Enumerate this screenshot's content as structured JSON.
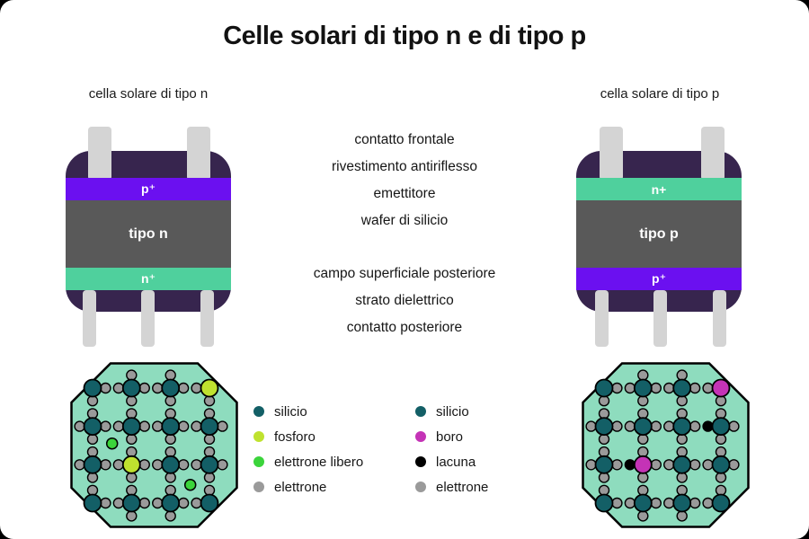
{
  "title": "Celle solari di tipo n e di tipo p",
  "colors": {
    "page_bg": "#000000",
    "card_bg": "#ffffff",
    "body_dark": "#37254e",
    "finger_gray": "#d4d4d4",
    "band_purple": "#6b10f0",
    "band_teal": "#4fd09d",
    "wafer_gray": "#595959",
    "octagon_fill": "#8edcbe",
    "silicio": "#135f66",
    "fosforo": "#bfe22f",
    "boro": "#c433b6",
    "elettrone": "#9a9a9a",
    "elettrone_libero": "#3bd43b",
    "lacuna": "#000000"
  },
  "cell_n": {
    "subtitle": "cella solare di tipo n",
    "top_band_label": "p⁺",
    "top_band_color": "#6b10f0",
    "wafer_label": "tipo n",
    "bottom_band_label": "n⁺",
    "bottom_band_color": "#4fd09d"
  },
  "cell_p": {
    "subtitle": "cella solare di tipo p",
    "top_band_label": "n+",
    "top_band_color": "#4fd09d",
    "wafer_label": "tipo p",
    "bottom_band_label": "p⁺",
    "bottom_band_color": "#6b10f0"
  },
  "layer_labels_front": [
    "contatto frontale",
    "rivestimento antiriflesso",
    "emettitore",
    "wafer di silicio"
  ],
  "layer_labels_back": [
    "campo superficiale posteriore",
    "strato dielettrico",
    "contatto posteriore"
  ],
  "legend_n": [
    {
      "name": "silicio",
      "label": "silicio",
      "color": "#135f66"
    },
    {
      "name": "fosforo",
      "label": "fosforo",
      "color": "#bfe22f"
    },
    {
      "name": "elettrone-libero",
      "label": "elettrone libero",
      "color": "#3bd43b"
    },
    {
      "name": "elettrone",
      "label": "elettrone",
      "color": "#9a9a9a"
    }
  ],
  "legend_p": [
    {
      "name": "silicio",
      "label": "silicio",
      "color": "#135f66"
    },
    {
      "name": "boro",
      "label": "boro",
      "color": "#c433b6"
    },
    {
      "name": "lacuna",
      "label": "lacuna",
      "color": "#000000"
    },
    {
      "name": "elettrone",
      "label": "elettrone",
      "color": "#9a9a9a"
    }
  ],
  "lattice_n": {
    "cols": [
      25,
      68.3,
      111.7,
      155
    ],
    "rows": [
      29,
      71.6,
      114.3,
      157
    ],
    "atoms": [
      [
        "silicio",
        "silicio",
        "silicio",
        "fosforo"
      ],
      [
        "silicio",
        "silicio",
        "silicio",
        "silicio"
      ],
      [
        "silicio",
        "fosforo",
        "silicio",
        "silicio"
      ],
      [
        "silicio",
        "silicio",
        "silicio",
        "silicio"
      ]
    ],
    "holes": [],
    "free_electrons": [
      [
        46.7,
        90.7
      ],
      [
        133.7,
        136.7
      ]
    ]
  },
  "lattice_p": {
    "cols": [
      25,
      68.3,
      111.7,
      155
    ],
    "rows": [
      29,
      71.6,
      114.3,
      157
    ],
    "atoms": [
      [
        "silicio",
        "silicio",
        "silicio",
        "boro"
      ],
      [
        "silicio",
        "silicio",
        "silicio",
        "silicio"
      ],
      [
        "silicio",
        "boro",
        "silicio",
        "silicio"
      ],
      [
        "silicio",
        "silicio",
        "silicio",
        "silicio"
      ]
    ],
    "holes": [
      {
        "dir": "h",
        "row": 1,
        "c": 2,
        "slot": 2
      },
      {
        "dir": "h",
        "row": 2,
        "c": 0,
        "slot": 2
      }
    ],
    "free_electrons": []
  }
}
